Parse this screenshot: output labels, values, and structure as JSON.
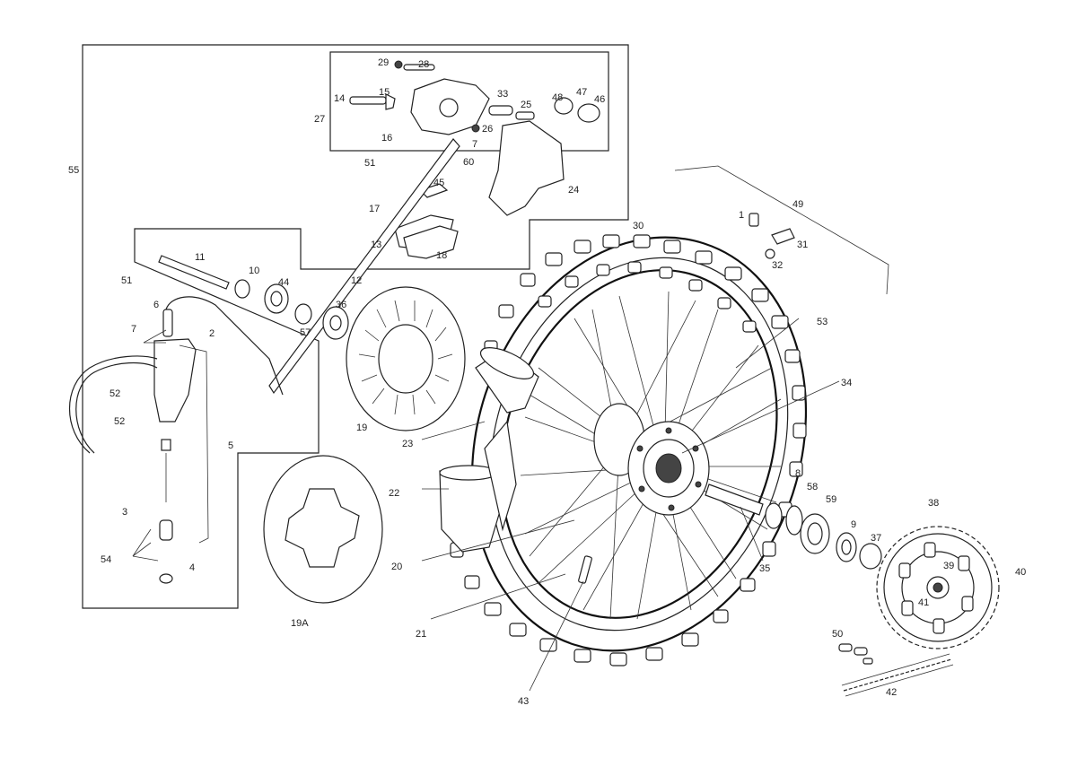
{
  "labels": {
    "p1": "1",
    "p2": "2",
    "p3": "3",
    "p4": "4",
    "p5": "5",
    "p6": "6",
    "p7a": "7",
    "p7b": "7",
    "p8": "8",
    "p9": "9",
    "p10": "10",
    "p11": "11",
    "p12": "12",
    "p13": "13",
    "p14": "14",
    "p15": "15",
    "p16": "16",
    "p17": "17",
    "p18": "18",
    "p19": "19",
    "p19a": "19A",
    "p20": "20",
    "p21": "21",
    "p22": "22",
    "p23": "23",
    "p24": "24",
    "p25": "25",
    "p26": "26",
    "p27": "27",
    "p28": "28",
    "p29": "29",
    "p30": "30",
    "p31": "31",
    "p32": "32",
    "p33": "33",
    "p34": "34",
    "p35": "35",
    "p36": "36",
    "p37": "37",
    "p38": "38",
    "p39": "39",
    "p40": "40",
    "p41": "41",
    "p42": "42",
    "p43": "43",
    "p44": "44",
    "p45": "45",
    "p46": "46",
    "p47": "47",
    "p48": "48",
    "p49": "49",
    "p50": "50",
    "p51a": "51",
    "p51b": "51",
    "p52a": "52",
    "p52b": "52",
    "p53": "53",
    "p54": "54",
    "p55": "55",
    "p57": "57",
    "p58": "58",
    "p59": "59",
    "p60": "60"
  }
}
